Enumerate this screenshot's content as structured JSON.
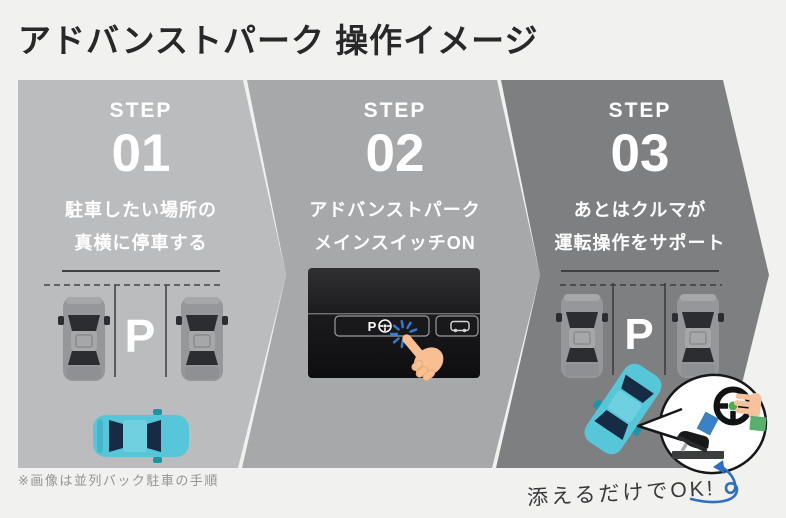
{
  "page": {
    "title": "アドバンストパーク 操作イメージ",
    "footnote": "※画像は並列バック駐車の手順",
    "callout": "添えるだけでOK!"
  },
  "steps": [
    {
      "label": "STEP",
      "number": "01",
      "desc1": "駐車したい場所の",
      "desc2": "真横に停車する"
    },
    {
      "label": "STEP",
      "number": "02",
      "desc1": "アドバンストパーク",
      "desc2": "メインスイッチON"
    },
    {
      "label": "STEP",
      "number": "03",
      "desc1": "あとはクルマが",
      "desc2": "運転操作をサポート"
    }
  ],
  "illustration": {
    "parking_sign_step1": "P",
    "parking_sign_step3": "P",
    "switch_label": "P"
  },
  "colors": {
    "background": "#f1f1ef",
    "panel_step1": "#bbbcbe",
    "panel_step2": "#a7a8aa",
    "panel_step3": "#7e7f81",
    "ego_car_teal": "#57c6d8",
    "tap_blue": "#2e7fd6",
    "arrow_blue": "#2f6fc1",
    "sleeve_green": "#58b06c"
  }
}
